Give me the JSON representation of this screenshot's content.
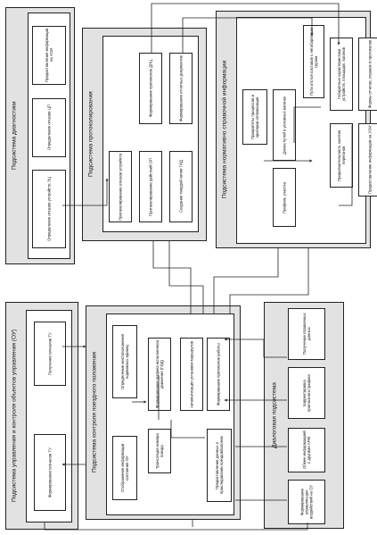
{
  "subsystems": {
    "diagnostics": {
      "title": "Подсистема диагностики",
      "blocks": [
        "Определение отказов устройств ЭЦ",
        "Определение отказов ЦП",
        "Предоставление информации на УОИ"
      ]
    },
    "logging": {
      "title": "Подсистема протоколирования",
      "blocks": [
        "Протоколирование отказов устройств",
        "Протоколирование действий ОП",
        "Создание твердой копии ГИД",
        "Формирование протоколов ДНЦ",
        "Формирование отчетных документов"
      ]
    },
    "reference": {
      "title": "Подсистема нормативно справочной информации",
      "blocks": [
        "Приоритеты процессов и критерии оптимизации",
        "Длина путей в условных вагонах",
        "Профиль участка",
        "Пути отстоя составов с негабаритным грузом",
        "Габаритные характеристики устройств, площадок, вагонов",
        "Продолжительность занятия перегонов",
        "Формы отчетов, справок и протоколов",
        "Предоставление информации на УОИ"
      ]
    },
    "control": {
      "title": "Подсистема управления и контроля объектов управления (ОУ)",
      "blocks": [
        "Получение сигналов ТУ",
        "Формирование сигналов ТУ"
      ]
    },
    "train": {
      "title": "Подсистема контроля поездного положения",
      "blocks": [
        "Определение местоположения подвижных единиц",
        "Отображение информации состояния ОУ",
        "Формирование графика исполненного движения (ГИД)",
        "Трансляция номера поезда",
        "Автоматизация установки маршрутов",
        "Формирование протоколов работы",
        "Предоставление данных о проследовании поездов/вагонов"
      ]
    },
    "dialog": {
      "title": "Диалоговая подсистема",
      "blocks": [
        "Получение справочных данных",
        "Корректировка прогнозного графика",
        "Обмен информацией с другими АРМ",
        "Формирование управляющих воздействий на ОУ"
      ]
    }
  }
}
